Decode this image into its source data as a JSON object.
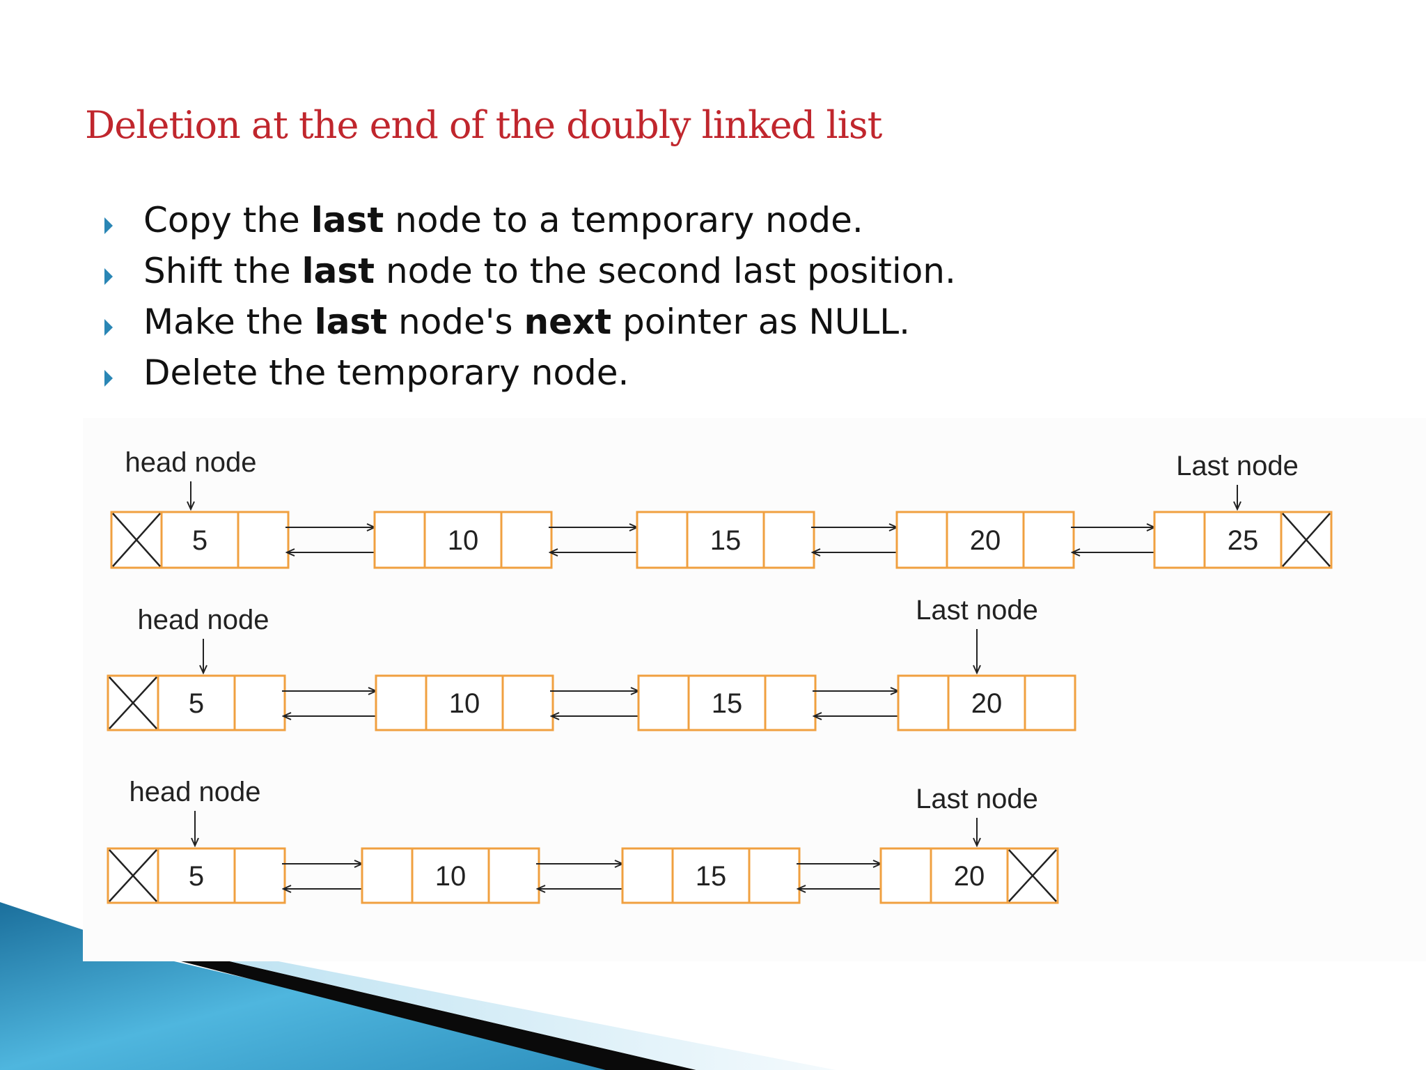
{
  "title": "Deletion at the end of the doubly linked list",
  "bullets": [
    {
      "parts": [
        {
          "t": "Copy the "
        },
        {
          "t": "last",
          "b": true
        },
        {
          "t": " node to a temporary node."
        }
      ]
    },
    {
      "parts": [
        {
          "t": "Shift the "
        },
        {
          "t": "last",
          "b": true
        },
        {
          "t": " node to the second last position."
        }
      ]
    },
    {
      "parts": [
        {
          "t": "Make the "
        },
        {
          "t": "last",
          "b": true
        },
        {
          "t": " node's "
        },
        {
          "t": "next",
          "b": true
        },
        {
          "t": " pointer as NULL."
        }
      ]
    },
    {
      "parts": [
        {
          "t": "Delete the temporary node."
        }
      ]
    }
  ],
  "colors": {
    "title": "#c0262d",
    "bullet_marker": "#2a86b5",
    "node_border": "#f0a040",
    "arrow": "#222222"
  },
  "diagram": {
    "rows": [
      {
        "head_label": "head node",
        "last_label": "Last node",
        "nodes": [
          "5",
          "10",
          "15",
          "20",
          "25"
        ],
        "first_prev_null": true,
        "last_next_null": true
      },
      {
        "head_label": "head node",
        "last_label": "Last node",
        "nodes": [
          "5",
          "10",
          "15",
          "20"
        ],
        "first_prev_null": true,
        "last_next_null": false
      },
      {
        "head_label": "head node",
        "last_label": "Last node",
        "nodes": [
          "5",
          "10",
          "15",
          "20"
        ],
        "first_prev_null": true,
        "last_next_null": true
      }
    ]
  }
}
